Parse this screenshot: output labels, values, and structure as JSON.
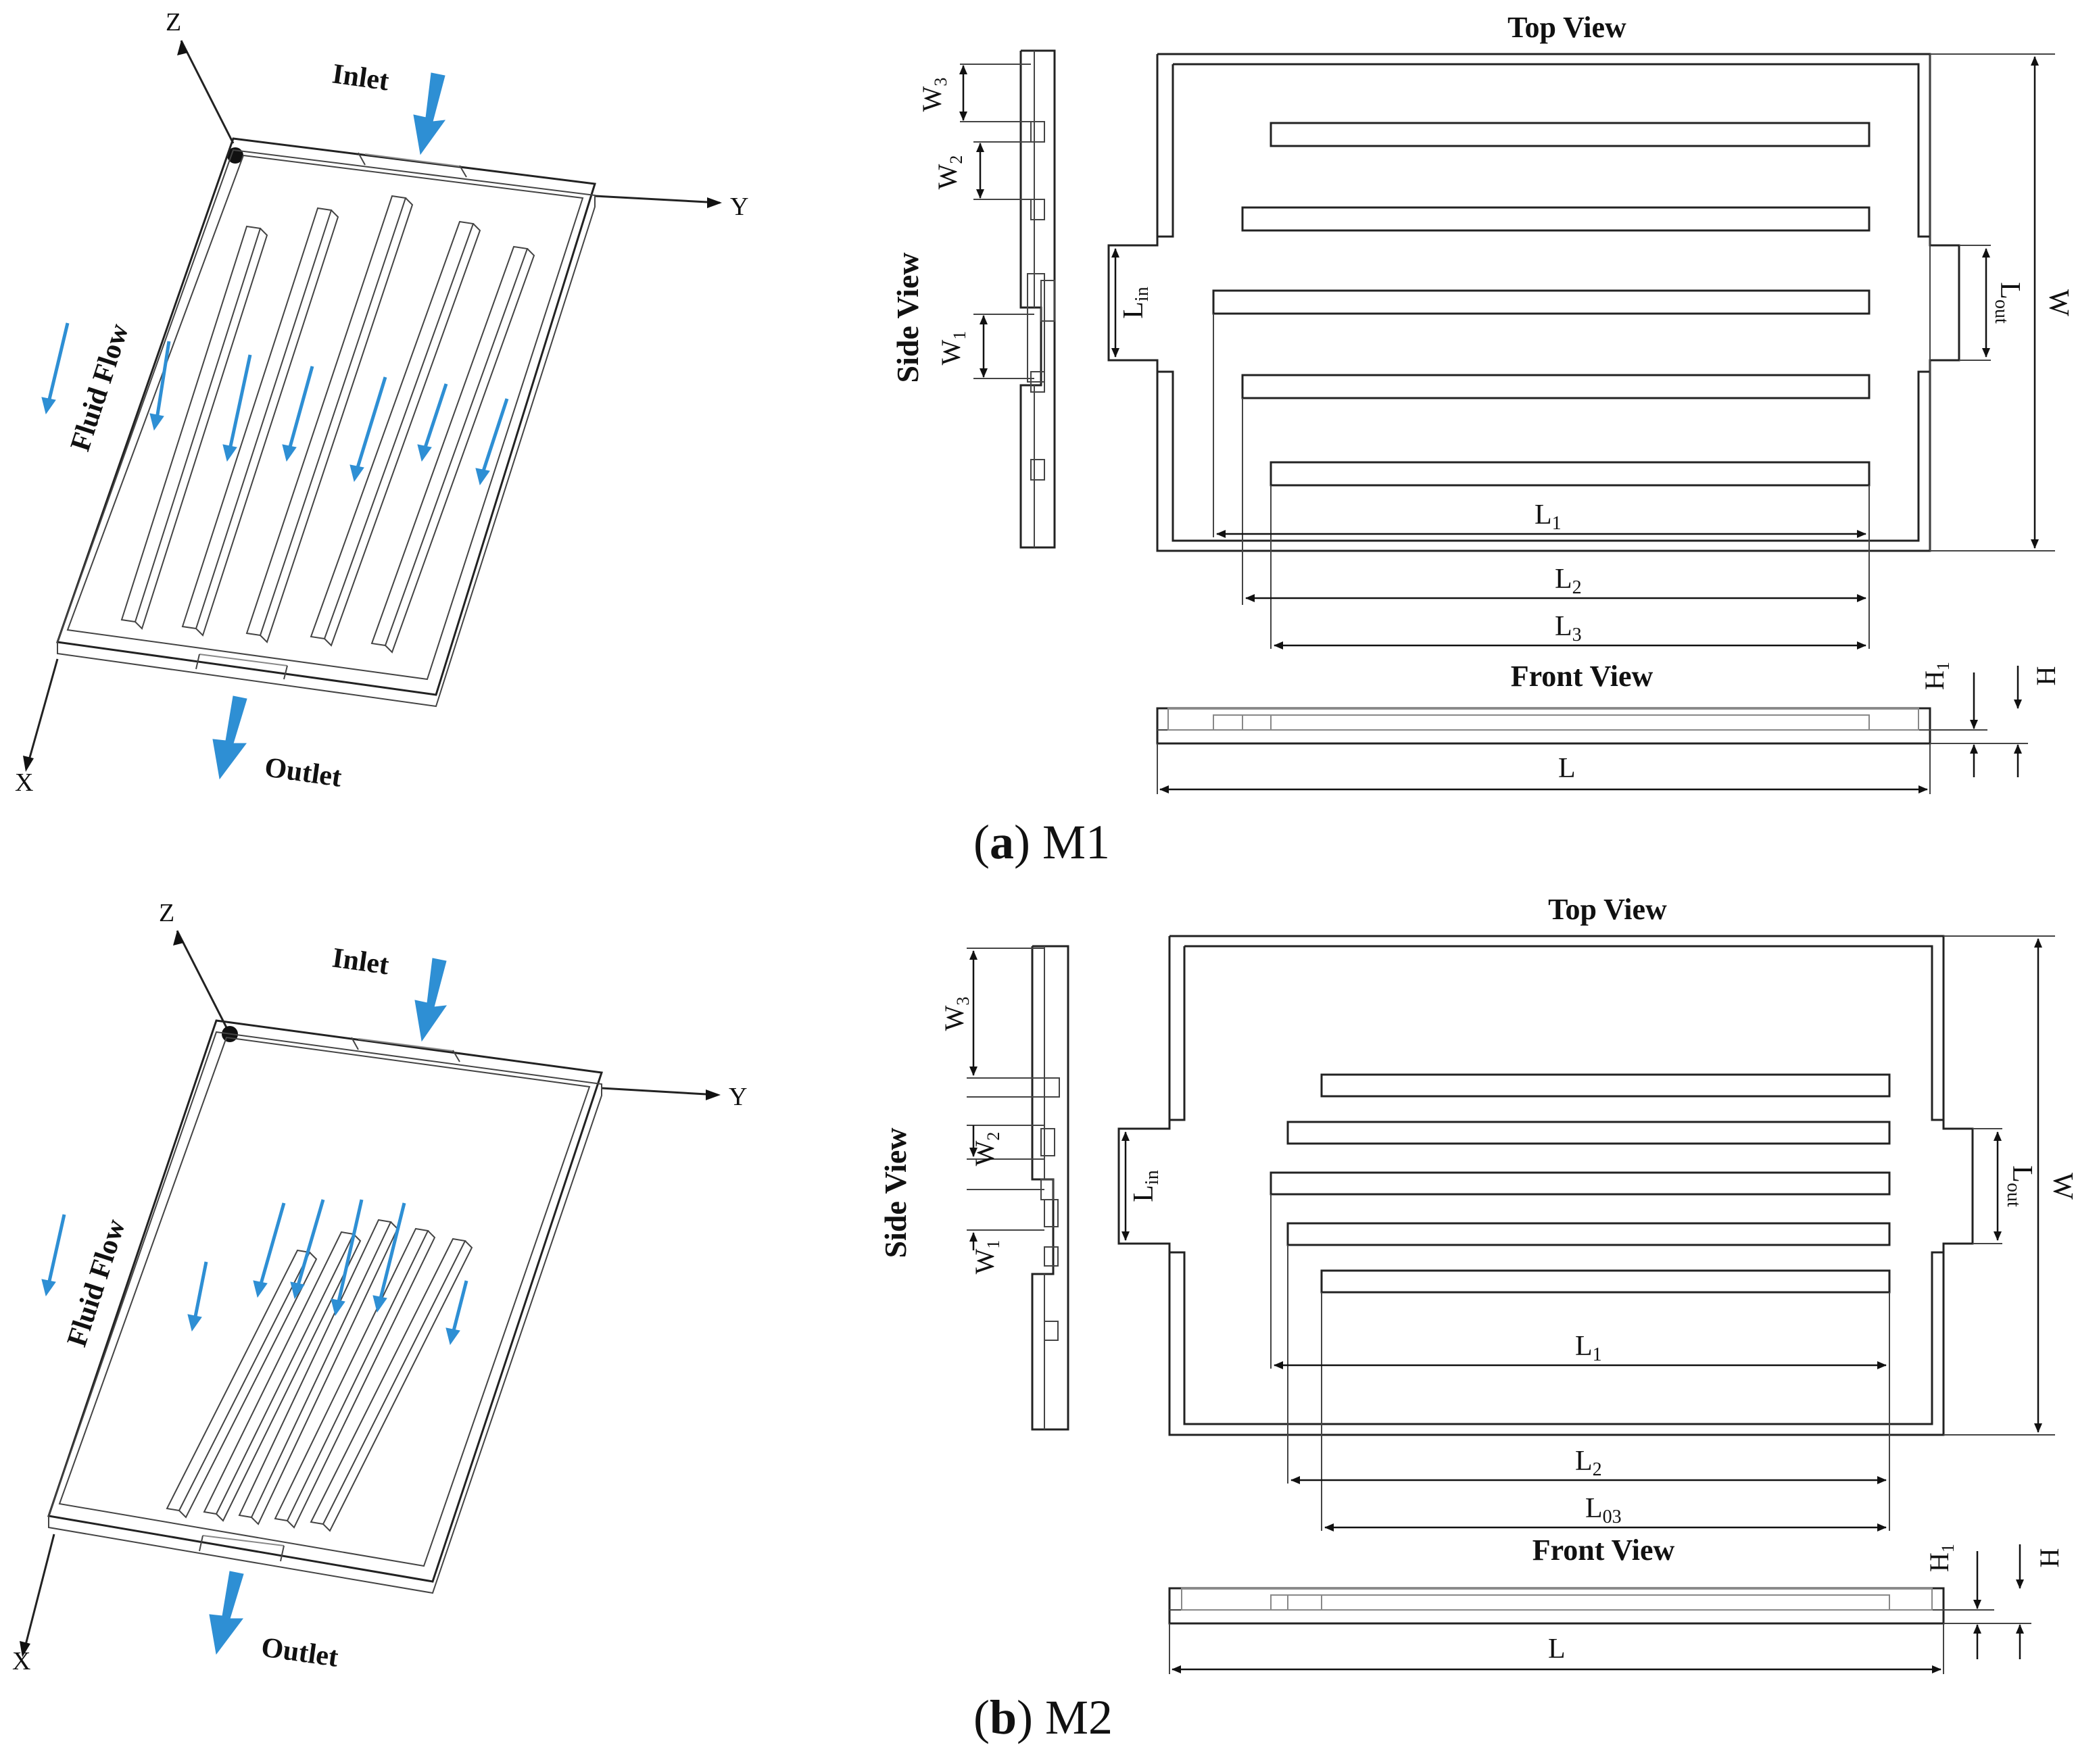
{
  "panels": [
    {
      "id": "a",
      "caption": {
        "letter": "a",
        "model": "M1"
      },
      "iso": {
        "axis_z": "Z",
        "axis_y": "Y",
        "axis_x": "X",
        "inlet": "Inlet",
        "outlet": "Outlet",
        "flow": "Fluid Flow"
      },
      "views": {
        "top": "Top View",
        "side": "Side View",
        "front": "Front View"
      },
      "dims": {
        "W": "W",
        "W1": "W",
        "W1_sub": "1",
        "W2": "W",
        "W2_sub": "2",
        "W3": "W",
        "W3_sub": "3",
        "Lin": "L",
        "Lin_sub": "in",
        "Lout": "L",
        "Lout_sub": "out",
        "L1": "L",
        "L1_sub": "1",
        "L2": "L",
        "L2_sub": "2",
        "L3": "L",
        "L3_sub": "3",
        "L": "L",
        "H": "H",
        "H1": "H",
        "H1_sub": "1"
      }
    },
    {
      "id": "b",
      "caption": {
        "letter": "b",
        "model": "M2"
      },
      "iso": {
        "axis_z": "Z",
        "axis_y": "Y",
        "axis_x": "X",
        "inlet": "Inlet",
        "outlet": "Outlet",
        "flow": "Fluid Flow"
      },
      "views": {
        "top": "Top View",
        "side": "Side View",
        "front": "Front View"
      },
      "dims": {
        "W": "W",
        "W1": "W",
        "W1_sub": "1",
        "W2": "W",
        "W2_sub": "2",
        "W3": "W",
        "W3_sub": "3",
        "Lin": "L",
        "Lin_sub": "in",
        "Lout": "L",
        "Lout_sub": "out",
        "L1": "L",
        "L1_sub": "1",
        "L2": "L",
        "L2_sub": "2",
        "L3": "L",
        "L3_sub": "03",
        "L": "L",
        "H": "H",
        "H1": "H",
        "H1_sub": "1"
      }
    }
  ],
  "colors": {
    "flow_arrow": "#2e8fd4",
    "line": "#222222"
  }
}
